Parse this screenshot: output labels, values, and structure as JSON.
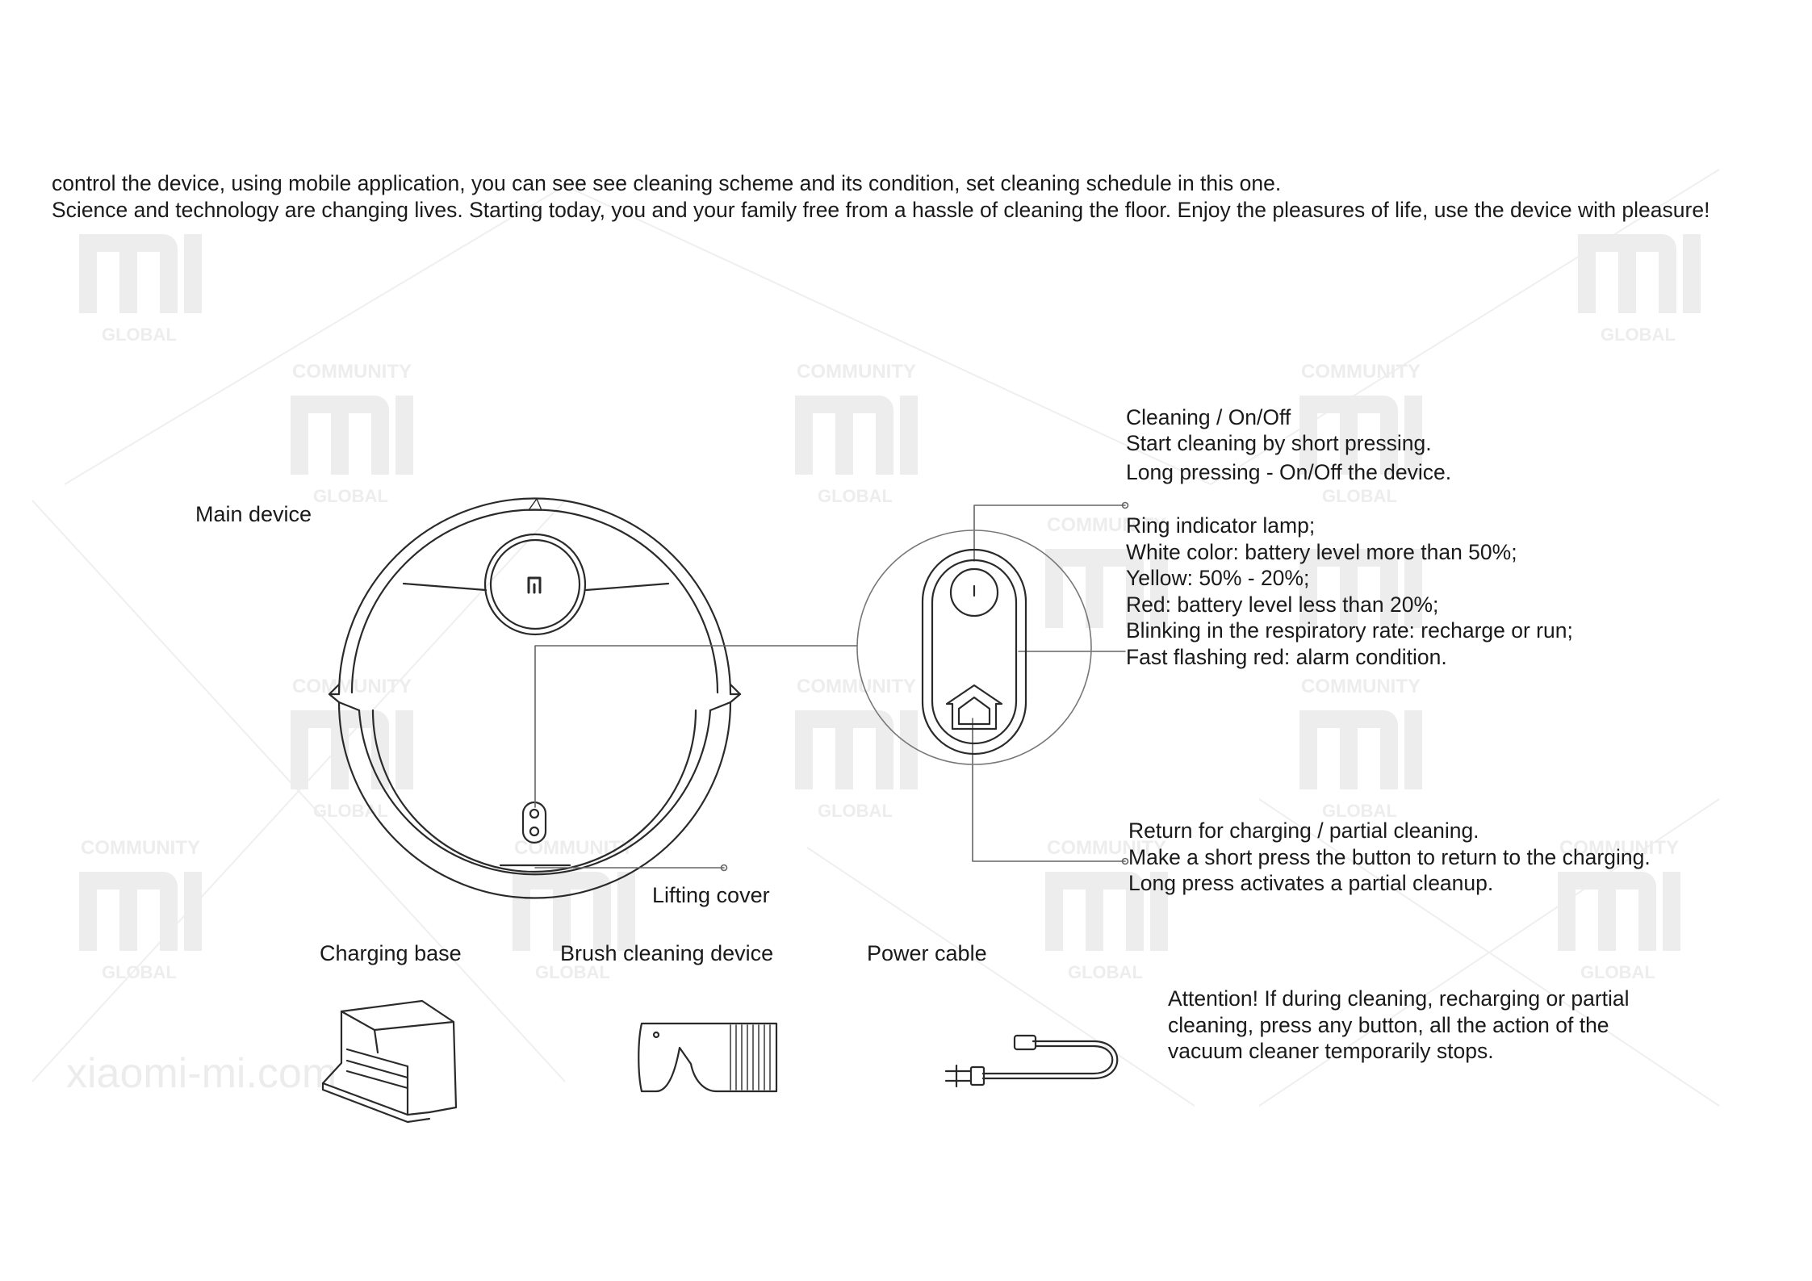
{
  "intro": {
    "line1": "control the device, using mobile application, you can  see see cleaning scheme and its condition, set cleaning schedule in this one.",
    "line2": "Science and technology are changing lives. Starting today, you and your family free from a hassle of cleaning the floor. Enjoy the pleasures of life, use the device with pleasure!"
  },
  "labels": {
    "main_device": "Main device",
    "lifting_cover": "Lifting cover",
    "charging_base": "Charging base",
    "brush_cleaning_device": "Brush cleaning device",
    "power_cable": "Power cable"
  },
  "power_button": {
    "title": "Cleaning / On/Off",
    "line1": "Start cleaning by short pressing.",
    "line2": "Long pressing - On/Off the device."
  },
  "ring_lamp": {
    "title": "Ring indicator lamp;",
    "white": "White color: battery level more than 50%;",
    "yellow": "Yellow: 50% - 20%;",
    "red": "Red: battery level less than 20%;",
    "blinking": "Blinking in the respiratory rate: recharge or run;",
    "fast": "Fast flashing red: alarm condition."
  },
  "home_button": {
    "title": "Return for charging / partial cleaning.",
    "line1": "Make a short press the button to return to the charging.",
    "line2": "Long press activates a partial cleanup."
  },
  "attention": {
    "line1": "Attention! If during cleaning, recharging or partial",
    "line2": "cleaning, press any button, all the action of the",
    "line3": "vacuum cleaner temporarily stops."
  },
  "watermark": {
    "logo": "mi",
    "community": "COMMUNITY",
    "global": "GLOBAL",
    "url": "xiaomi-mi.com"
  },
  "robot_logo": "mi-home-logo",
  "colors": {
    "text": "#1a1a1a",
    "line": "#2a2a2a",
    "watermark": "#ebebeb"
  }
}
